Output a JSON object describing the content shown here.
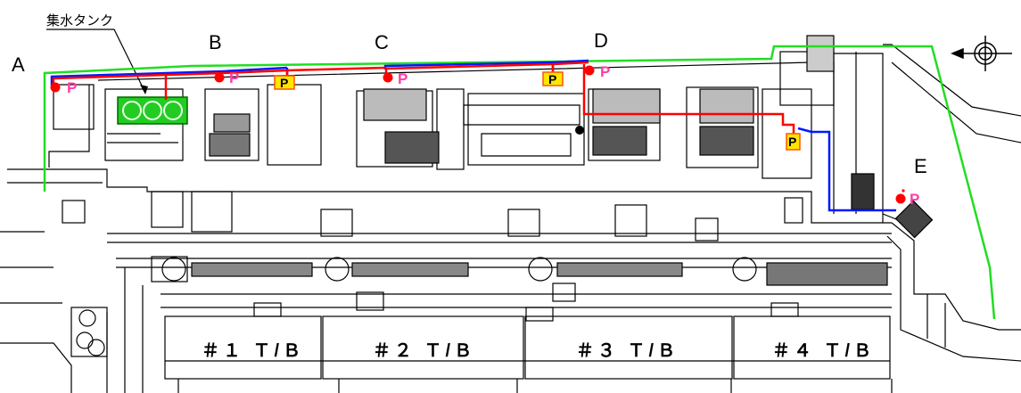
{
  "tank_label": "集水タンク",
  "areas": [
    "A",
    "B",
    "C",
    "D",
    "E"
  ],
  "pump_letter": "P",
  "turbine_buildings": [
    "＃１ Ｔ/Ｂ",
    "＃２ Ｔ/Ｂ",
    "＃３ Ｔ/Ｂ",
    "＃４ Ｔ/Ｂ"
  ],
  "north_icon": "north-arrow-icon",
  "colors": {
    "red_line": "#ff0000",
    "blue_line": "#0018ff",
    "green_line": "#22dd22",
    "pump_dot": "#ff0000",
    "p_label": "#ff3ea5",
    "p_box_fill": "#ffe600",
    "tank_fill": "#22cc22"
  }
}
